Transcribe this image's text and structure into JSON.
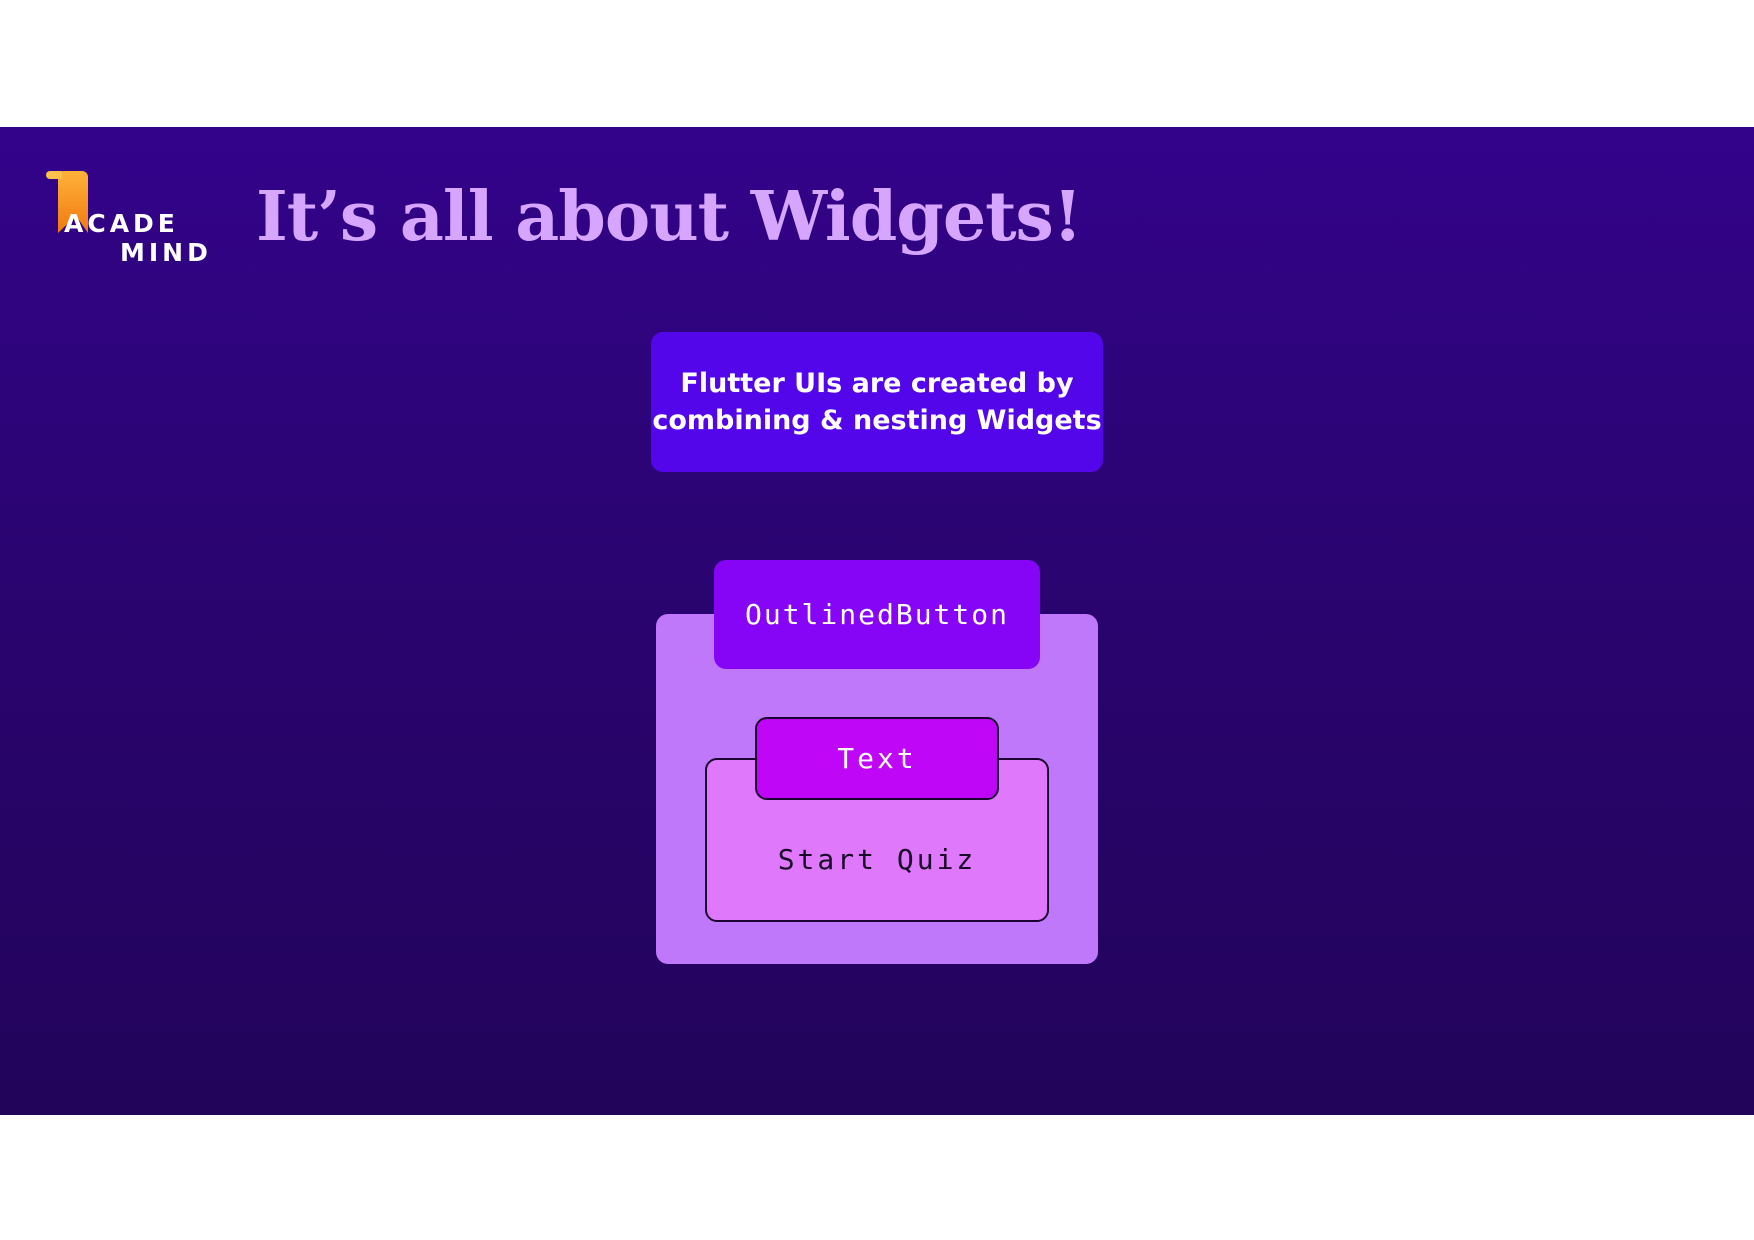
{
  "logo": {
    "line1": "ACADE",
    "line2": "MIND",
    "accent_color": "#f59a1f"
  },
  "title": "It’s all about Widgets!",
  "callout": {
    "line1": "Flutter UIs are created by",
    "line2": "combining & nesting Widgets"
  },
  "diagram": {
    "outer_widget": "OutlinedButton",
    "inner_widget": "Text",
    "content": "Start Quiz"
  },
  "colors": {
    "background_top": "#33038a",
    "background_bottom": "#22045a",
    "title": "#d6a6ff",
    "callout": "#5406ea",
    "outer_box": "#c078fb",
    "outer_tab": "#8605f6",
    "inner_box": "#df78fb",
    "inner_tab": "#bf06f7"
  }
}
